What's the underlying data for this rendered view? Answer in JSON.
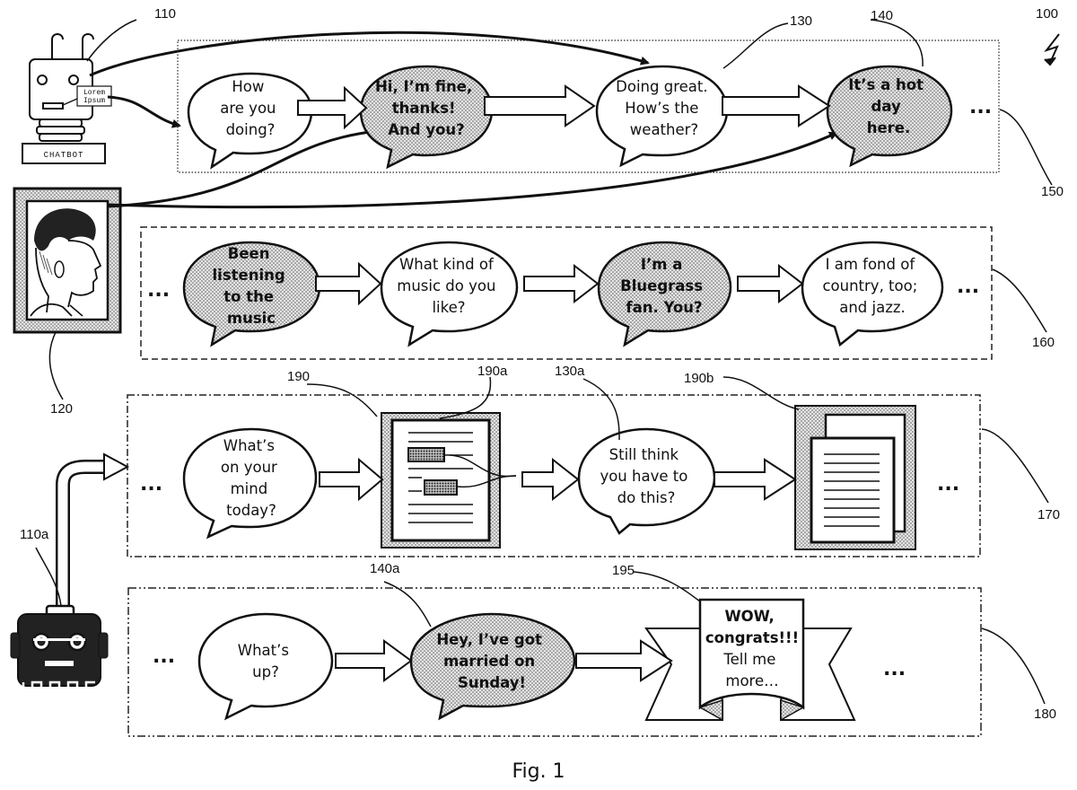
{
  "figure_caption": "Fig. 1",
  "refs": {
    "r100": "100",
    "r110": "110",
    "r110a": "110a",
    "r120": "120",
    "r130": "130",
    "r130a": "130a",
    "r140": "140",
    "r140a": "140a",
    "r150": "150",
    "r160": "160",
    "r170": "170",
    "r180": "180",
    "r190": "190",
    "r190a": "190a",
    "r190b": "190b",
    "r195": "195"
  },
  "chatbot": {
    "label": "CHATBOT",
    "sign_line1": "Lorem",
    "sign_line2": "Ipsum"
  },
  "ellipsis": "...",
  "row1": {
    "b1": [
      "How",
      "are you",
      "doing?"
    ],
    "b2": [
      "Hi, I’m fine,",
      "thanks!",
      "And you?"
    ],
    "b3": [
      "Doing great.",
      "How’s the",
      "weather?"
    ],
    "b4": [
      "It’s a hot",
      "day",
      "here."
    ]
  },
  "row2": {
    "b1": [
      "Been",
      "listening",
      "to the",
      "music"
    ],
    "b2": [
      "What kind of",
      "music do you",
      "like?"
    ],
    "b3": [
      "I’m a",
      "Bluegrass",
      "fan. You?"
    ],
    "b4": [
      "I am fond of",
      "country, too;",
      "and jazz."
    ]
  },
  "row3": {
    "b1": [
      "What’s",
      "on your",
      "mind",
      "today?"
    ],
    "b2": [
      "Still think",
      "you have to",
      "do this?"
    ]
  },
  "row4": {
    "b1": [
      "What’s",
      "up?"
    ],
    "b2": [
      "Hey, I’ve got",
      "married on",
      "Sunday!"
    ],
    "banner_bold": [
      "WOW,",
      "congrats!!!"
    ],
    "banner_normal": [
      "Tell me",
      "more…"
    ]
  }
}
